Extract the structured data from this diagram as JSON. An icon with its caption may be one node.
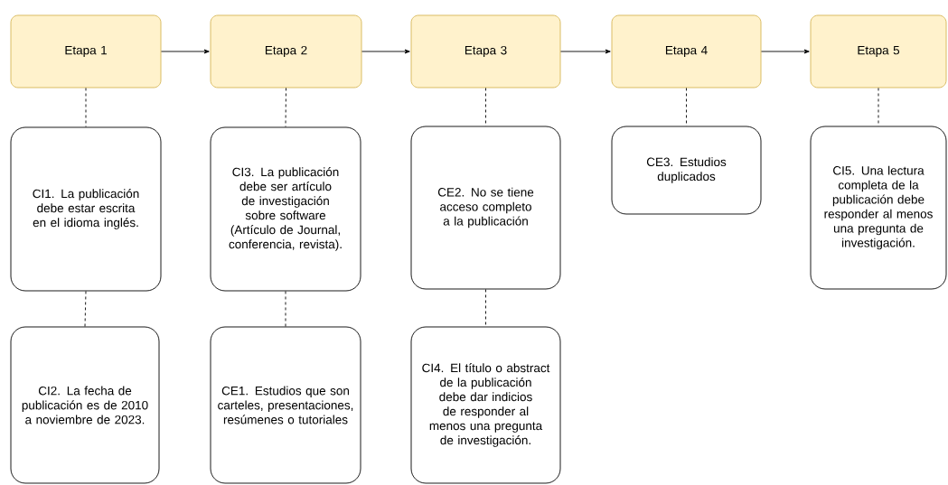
{
  "diagram": {
    "nodes": [
      {
        "text": [
          "Etapa 1"
        ]
      },
      {
        "text": [
          "Etapa 2"
        ]
      },
      {
        "text": [
          "Etapa 3"
        ]
      },
      {
        "text": [
          "Etapa 4"
        ]
      },
      {
        "text": [
          "Etapa 5"
        ]
      },
      {
        "text": [
          "CI1. La publicación debe estar escrita en el idioma inglés."
        ]
      },
      {
        "text": [
          "CI3. La publicación debe ser artículo de investigación sobre software (Artículo de Journal, conferencia, revista)."
        ]
      },
      {
        "text": [
          "CE2. No se tiene acceso completo a la publicación"
        ]
      },
      {
        "text": [
          "CE3. Estudios duplicados"
        ]
      },
      {
        "text": [
          "CI5. Una lectura completa de la publicación debe responder al menos una pregunta de investigación."
        ]
      },
      {
        "text": [
          "CI2. La fecha de publicación es de 2010 a noviembre de 2023."
        ]
      },
      {
        "text": [
          "CE1. Estudios que son carteles, presentaciones, resúmenes o tutoriales"
        ]
      },
      {
        "text": [
          "CI4. El título o abstract de la publicación debe dar indicios de responder al menos una pregunta de investigación."
        ]
      }
    ],
    "edges": [
      {
        "from": 0,
        "to": 1,
        "arrow": "to"
      },
      {
        "from": 1,
        "to": 2,
        "arrow": "to"
      },
      {
        "from": 2,
        "to": 3,
        "arrow": "to"
      },
      {
        "from": 3,
        "to": 4,
        "arrow": "to"
      },
      {
        "from": 0,
        "to": 5,
        "arrow": "none",
        "style": "dashed"
      },
      {
        "from": 5,
        "to": 10,
        "arrow": "none",
        "style": "dashed"
      },
      {
        "from": 1,
        "to": 6,
        "arrow": "none",
        "style": "dashed"
      },
      {
        "from": 6,
        "to": 11,
        "arrow": "none",
        "style": "dashed"
      },
      {
        "from": 2,
        "to": 7,
        "arrow": "none",
        "style": "dashed"
      },
      {
        "from": 7,
        "to": 12,
        "arrow": "none",
        "style": "dashed"
      },
      {
        "from": 3,
        "to": 8,
        "arrow": "none",
        "style": "dashed"
      },
      {
        "from": 4,
        "to": 9,
        "arrow": "none",
        "style": "dashed"
      }
    ]
  }
}
